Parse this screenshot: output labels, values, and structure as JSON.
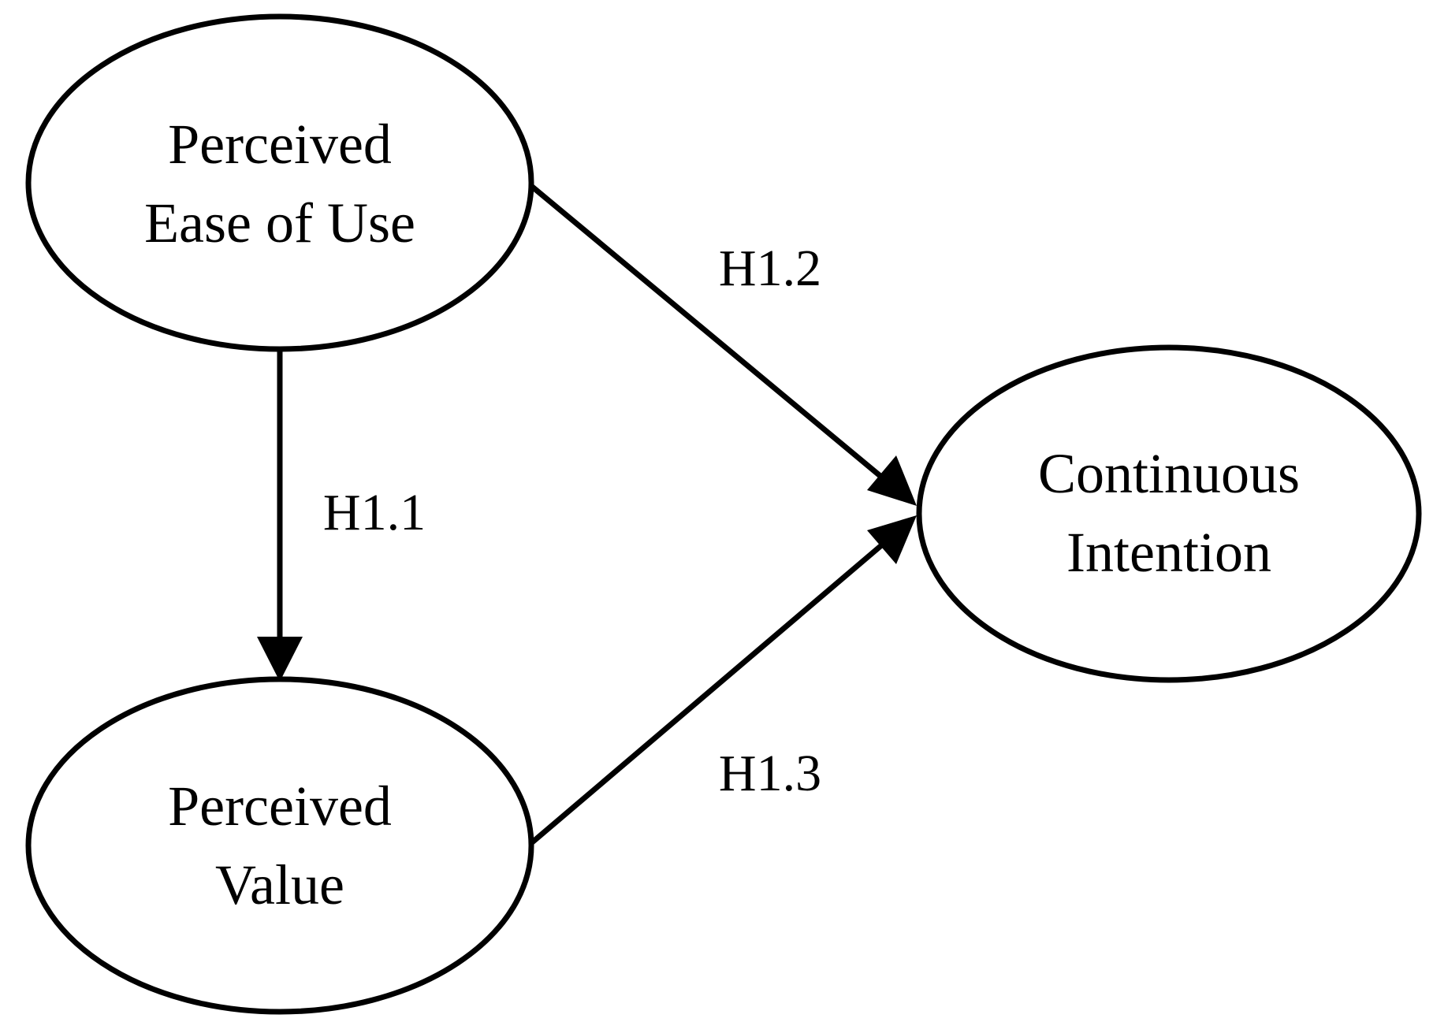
{
  "diagram": {
    "nodes": [
      {
        "id": "peou",
        "lines": [
          "Perceived",
          "Ease of Use"
        ]
      },
      {
        "id": "pv",
        "lines": [
          "Perceived",
          "Value"
        ]
      },
      {
        "id": "ci",
        "lines": [
          "Continuous",
          "Intention"
        ]
      }
    ],
    "edges": [
      {
        "from": "peou",
        "to": "pv",
        "label": "H1.1"
      },
      {
        "from": "peou",
        "to": "ci",
        "label": "H1.2"
      },
      {
        "from": "pv",
        "to": "ci",
        "label": "H1.3"
      }
    ],
    "colors": {
      "stroke": "#000000",
      "background": "#ffffff"
    }
  }
}
